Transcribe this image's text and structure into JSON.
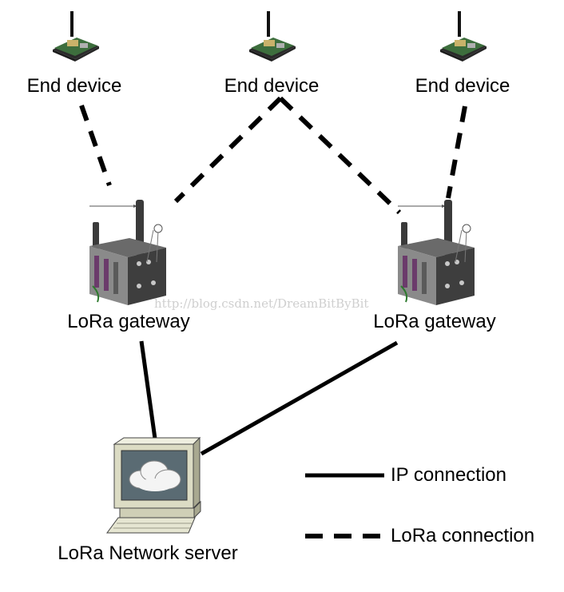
{
  "diagram": {
    "end_devices": [
      {
        "label": "End device"
      },
      {
        "label": "End device"
      },
      {
        "label": "End device"
      }
    ],
    "gateways": [
      {
        "label": "LoRa gateway"
      },
      {
        "label": "LoRa gateway"
      }
    ],
    "server": {
      "label": "LoRa Network server"
    },
    "legend": {
      "ip_label": "IP connection",
      "lora_label": "LoRa connection"
    },
    "watermark": "http://blog.csdn.net/DreamBitByBit",
    "colors": {
      "line": "#000000",
      "cloud_screen": "#5a6b73",
      "cloud": "#f4f4f4",
      "computer_body": "#dcdcc4",
      "gateway_body": "#4d4d4d",
      "pcb_green": "#3c7a3c"
    }
  }
}
